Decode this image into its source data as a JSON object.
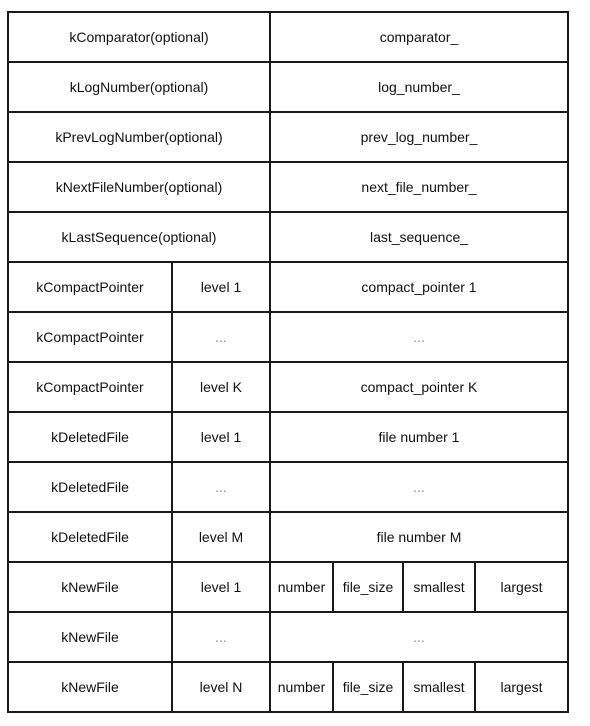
{
  "colors": {
    "border": "#1a1a1a",
    "text": "#111111",
    "muted": "#888888",
    "background": "#ffffff"
  },
  "rows": [
    {
      "type": "kComparator(optional)",
      "value": "comparator_"
    },
    {
      "type": "kLogNumber(optional)",
      "value": "log_number_"
    },
    {
      "type": "kPrevLogNumber(optional)",
      "value": "prev_log_number_"
    },
    {
      "type": "kNextFileNumber(optional)",
      "value": "next_file_number_"
    },
    {
      "type": "kLastSequence(optional)",
      "value": "last_sequence_"
    },
    {
      "type": "kCompactPointer",
      "level": "level 1",
      "value": "compact_pointer 1"
    },
    {
      "type": "kCompactPointer",
      "level": "...",
      "value": "..."
    },
    {
      "type": "kCompactPointer",
      "level": "level K",
      "value": "compact_pointer K"
    },
    {
      "type": "kDeletedFile",
      "level": "level 1",
      "value": "file number 1"
    },
    {
      "type": "kDeletedFile",
      "level": "...",
      "value": "..."
    },
    {
      "type": "kDeletedFile",
      "level": "level M",
      "value": "file number M"
    },
    {
      "type": "kNewFile",
      "level": "level 1",
      "fields": [
        "number",
        "file_size",
        "smallest",
        "largest"
      ]
    },
    {
      "type": "kNewFile",
      "level": "...",
      "value": "..."
    },
    {
      "type": "kNewFile",
      "level": "level N",
      "fields": [
        "number",
        "file_size",
        "smallest",
        "largest"
      ]
    }
  ]
}
